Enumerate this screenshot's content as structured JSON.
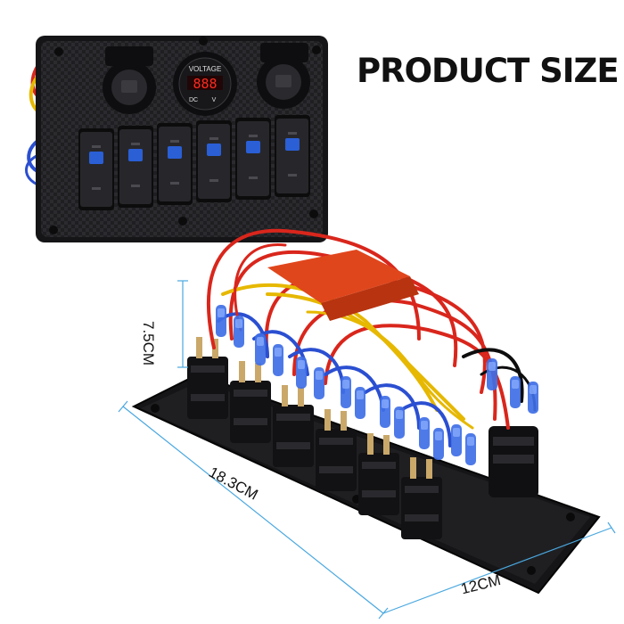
{
  "heading": "PRODUCT SIZE",
  "dimensions": {
    "height": "7.5CM",
    "length": "18.3CM",
    "width": "12CM"
  },
  "panel_front": {
    "voltmeter_label": "VOLTAGE",
    "voltmeter_sub_left": "DC",
    "voltmeter_sub_right": "V",
    "switch_count": 6
  },
  "colors": {
    "panel": "#1c1c1e",
    "switch_light": "#2a5fd6",
    "wire_red": "#d9261c",
    "wire_blue": "#2b4fd1",
    "wire_yellow": "#e6b800",
    "dimension_line": "#4aa8e0"
  }
}
